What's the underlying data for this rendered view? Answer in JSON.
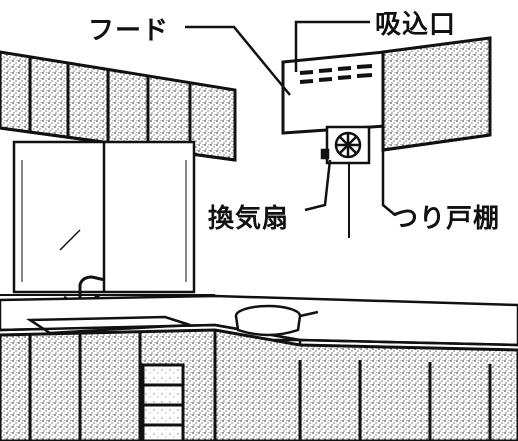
{
  "labels": {
    "hood": "フード",
    "intake": "吸込口",
    "fan": "換気扇",
    "cabinet": "つり戸棚"
  },
  "colors": {
    "ink": "#111111",
    "paper": "#ffffff",
    "stipple": "#8a8a8a"
  }
}
